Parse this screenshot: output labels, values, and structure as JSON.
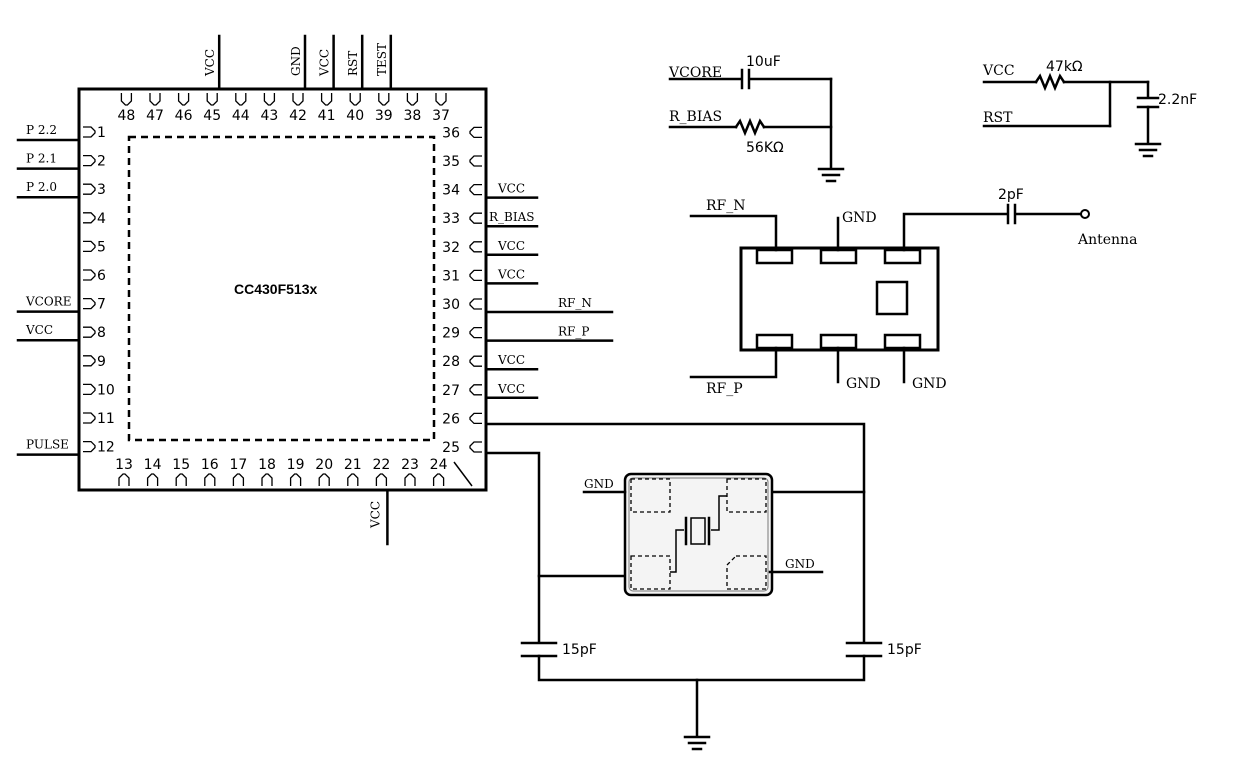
{
  "chip": {
    "name": "CC430F513x",
    "left_pins": [
      {
        "num": "1",
        "label": "P 2.2"
      },
      {
        "num": "2",
        "label": "P 2.1"
      },
      {
        "num": "3",
        "label": "P 2.0"
      },
      {
        "num": "4",
        "label": ""
      },
      {
        "num": "5",
        "label": ""
      },
      {
        "num": "6",
        "label": ""
      },
      {
        "num": "7",
        "label": "VCORE"
      },
      {
        "num": "8",
        "label": "VCC"
      },
      {
        "num": "9",
        "label": ""
      },
      {
        "num": "10",
        "label": ""
      },
      {
        "num": "11",
        "label": ""
      },
      {
        "num": "12",
        "label": "PULSE"
      }
    ],
    "bottom_pins": [
      {
        "num": "13",
        "label": ""
      },
      {
        "num": "14",
        "label": ""
      },
      {
        "num": "15",
        "label": ""
      },
      {
        "num": "16",
        "label": ""
      },
      {
        "num": "17",
        "label": ""
      },
      {
        "num": "18",
        "label": ""
      },
      {
        "num": "19",
        "label": ""
      },
      {
        "num": "20",
        "label": ""
      },
      {
        "num": "21",
        "label": ""
      },
      {
        "num": "22",
        "label": "VCC"
      },
      {
        "num": "23",
        "label": ""
      },
      {
        "num": "24",
        "label": ""
      }
    ],
    "right_pins": [
      {
        "num": "25",
        "label": ""
      },
      {
        "num": "26",
        "label": ""
      },
      {
        "num": "27",
        "label": "VCC"
      },
      {
        "num": "28",
        "label": "VCC"
      },
      {
        "num": "29",
        "label": "RF_P"
      },
      {
        "num": "30",
        "label": "RF_N"
      },
      {
        "num": "31",
        "label": "VCC"
      },
      {
        "num": "32",
        "label": "VCC"
      },
      {
        "num": "33",
        "label": "R_BIAS"
      },
      {
        "num": "34",
        "label": "VCC"
      },
      {
        "num": "35",
        "label": ""
      },
      {
        "num": "36",
        "label": ""
      }
    ],
    "top_pins": [
      {
        "num": "37",
        "label": ""
      },
      {
        "num": "38",
        "label": ""
      },
      {
        "num": "39",
        "label": "TEST"
      },
      {
        "num": "40",
        "label": "RST"
      },
      {
        "num": "41",
        "label": "VCC"
      },
      {
        "num": "42",
        "label": "GND"
      },
      {
        "num": "43",
        "label": ""
      },
      {
        "num": "44",
        "label": ""
      },
      {
        "num": "45",
        "label": "VCC"
      },
      {
        "num": "46",
        "label": ""
      },
      {
        "num": "47",
        "label": ""
      },
      {
        "num": "48",
        "label": ""
      }
    ]
  },
  "vcore_circuit": {
    "vcore_label": "VCORE",
    "cap_value": "10uF",
    "rbias_label": "R_BIAS",
    "res_value": "56KΩ"
  },
  "rst_circuit": {
    "vcc_label": "VCC",
    "res_value": "47kΩ",
    "rst_label": "RST",
    "cap_value": "2.2nF"
  },
  "balun": {
    "rf_n_label": "RF_N",
    "rf_p_label": "RF_P",
    "gnd_top": "GND",
    "gnd_bottom_1": "GND",
    "gnd_bottom_2": "GND",
    "cap_value": "2pF",
    "antenna_label": "Antenna"
  },
  "crystal": {
    "gnd_left": "GND",
    "gnd_right": "GND",
    "cap_left_value": "15pF",
    "cap_right_value": "15pF"
  }
}
